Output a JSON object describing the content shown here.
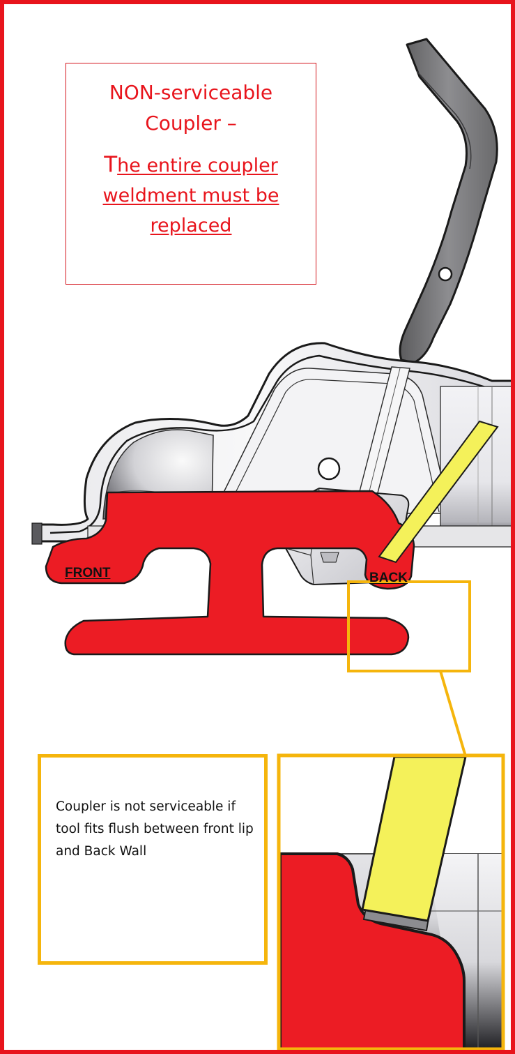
{
  "note": {
    "title": "NON-serviceable Coupler –",
    "subtitle_first": "T",
    "subtitle_rest": "he entire coupler weldment must be replaced"
  },
  "labels": {
    "front": "FRONT",
    "back": "BACK"
  },
  "callout": {
    "text": "Coupler is not serviceable if tool fits flush between front lip and Back Wall"
  },
  "colors": {
    "frame_border": "#e8141c",
    "highlight_red": "#ec1c24",
    "tool_yellow": "#f4f15a",
    "callout_border": "#f5b50c",
    "note_text": "#e8141c"
  },
  "icons": {
    "coupler": "coupler-drawing",
    "tool": "gauge-tool",
    "zoom": "zoom-detail"
  }
}
